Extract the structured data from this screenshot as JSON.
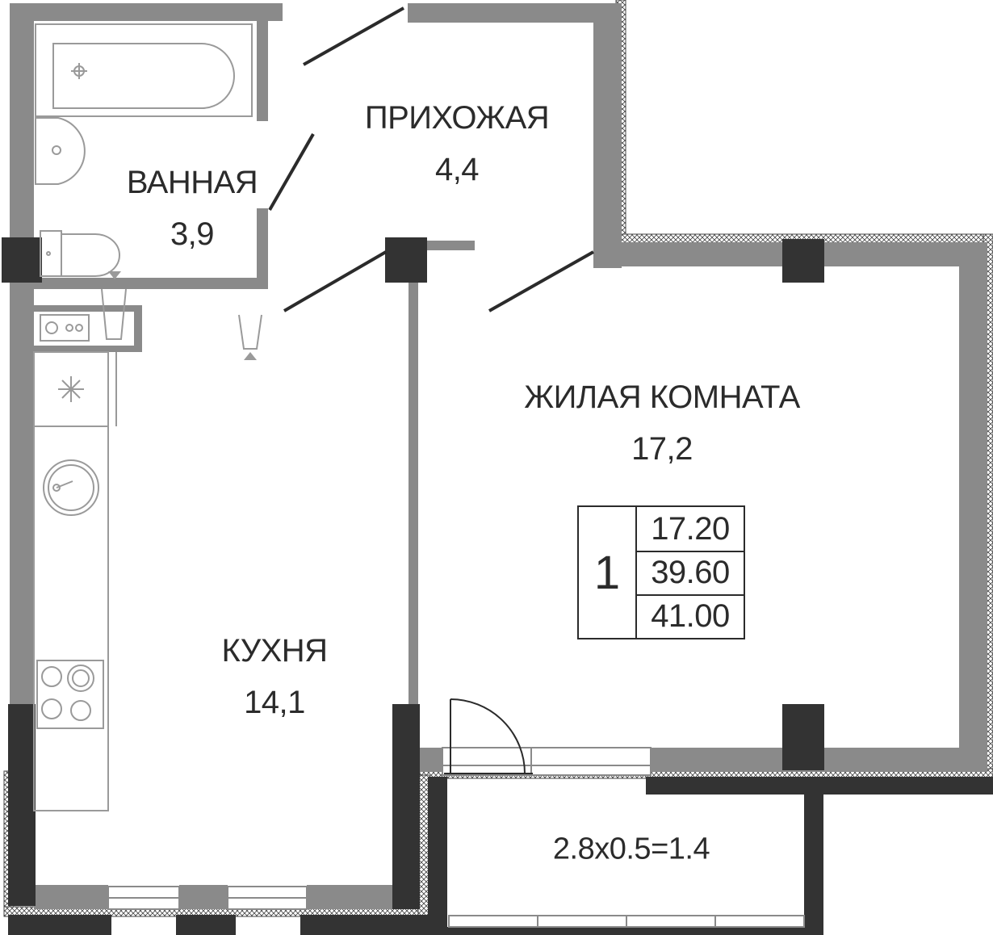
{
  "plan": {
    "wall_color": "#8a8a8a",
    "column_color": "#333333",
    "line_color": "#2b2b2b",
    "fixture_color": "#9a9a9a"
  },
  "rooms": {
    "bathroom": {
      "name": "ВАННАЯ",
      "area": "3,9"
    },
    "hallway": {
      "name": "ПРИХОЖАЯ",
      "area": "4,4"
    },
    "living_room": {
      "name": "ЖИЛАЯ КОМНАТА",
      "area": "17,2"
    },
    "kitchen": {
      "name": "КУХНЯ",
      "area": "14,1"
    }
  },
  "balcony": {
    "label": "2.8x0.5=1.4"
  },
  "stamp": {
    "rooms_count": "1",
    "living_area": "17.20",
    "total_area": "39.60",
    "total_with_balcony": "41.00"
  }
}
